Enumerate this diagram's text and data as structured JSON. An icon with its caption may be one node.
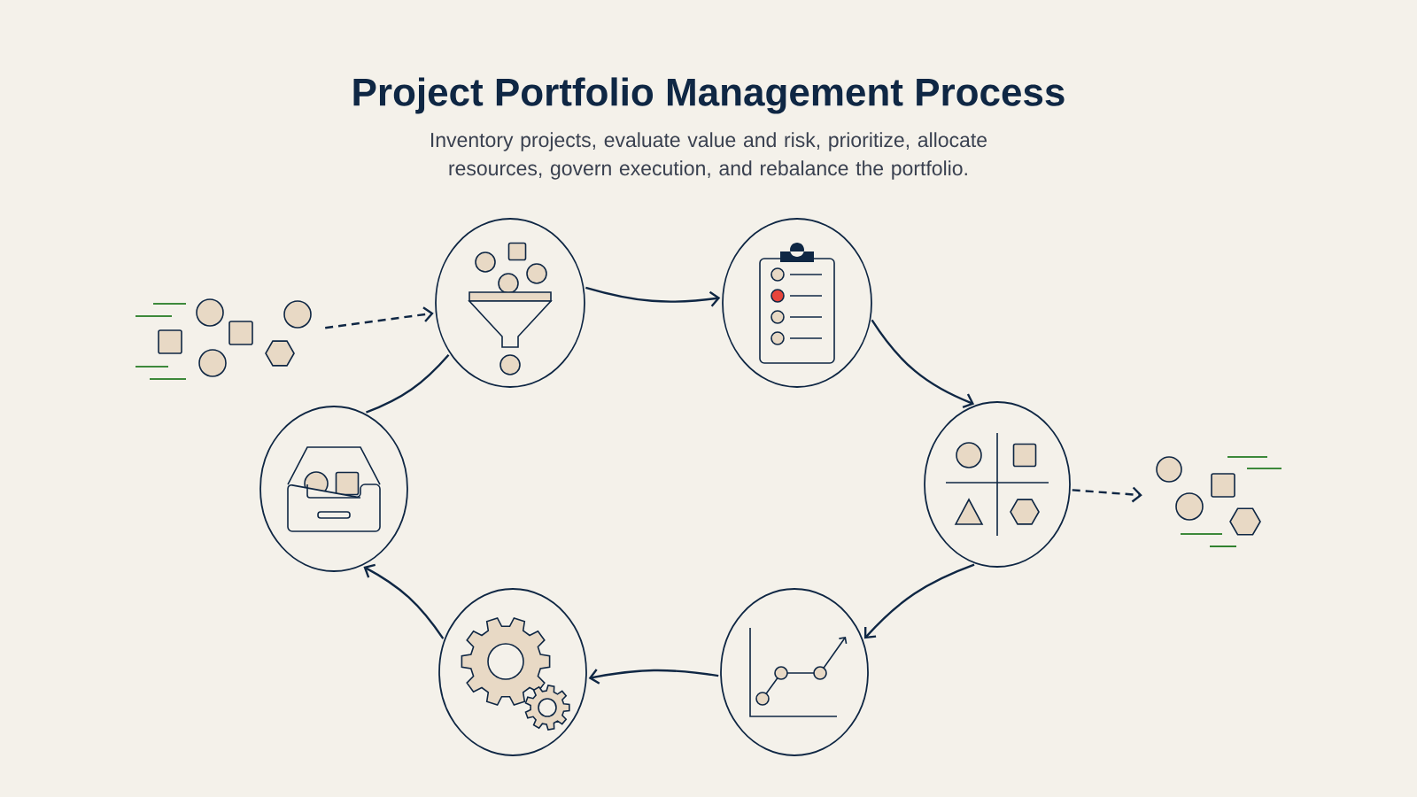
{
  "diagram": {
    "title": "Project Portfolio Management Process",
    "nodes": [
      {
        "text": [],
        "shape": "picture"
      },
      {
        "text": [],
        "shape": "circle"
      },
      {
        "text": [],
        "shape": "circle"
      },
      {
        "text": [],
        "shape": "circle"
      },
      {
        "text": [],
        "shape": "picture"
      },
      {
        "text": [],
        "shape": "circle"
      },
      {
        "text": [],
        "shape": "circle"
      },
      {
        "text": [],
        "shape": "circle"
      }
    ],
    "edges": [
      {
        "from": 0,
        "to": 1,
        "arrow": "to",
        "style": "dashed"
      },
      {
        "from": 1,
        "to": 2,
        "arrow": "to"
      },
      {
        "from": 2,
        "to": 3,
        "arrow": "to"
      },
      {
        "from": 3,
        "to": 4,
        "arrow": "to",
        "style": "dashed"
      },
      {
        "from": 3,
        "to": 5,
        "arrow": "to"
      },
      {
        "from": 5,
        "to": 6,
        "arrow": "to"
      },
      {
        "from": 6,
        "to": 7,
        "arrow": "to"
      },
      {
        "from": 7,
        "to": 1,
        "arrow": "none"
      }
    ],
    "labels": [
      "Inventory projects, evaluate value and risk, prioritize, allocate resources, govern execution, and rebalance the portfolio."
    ]
  }
}
